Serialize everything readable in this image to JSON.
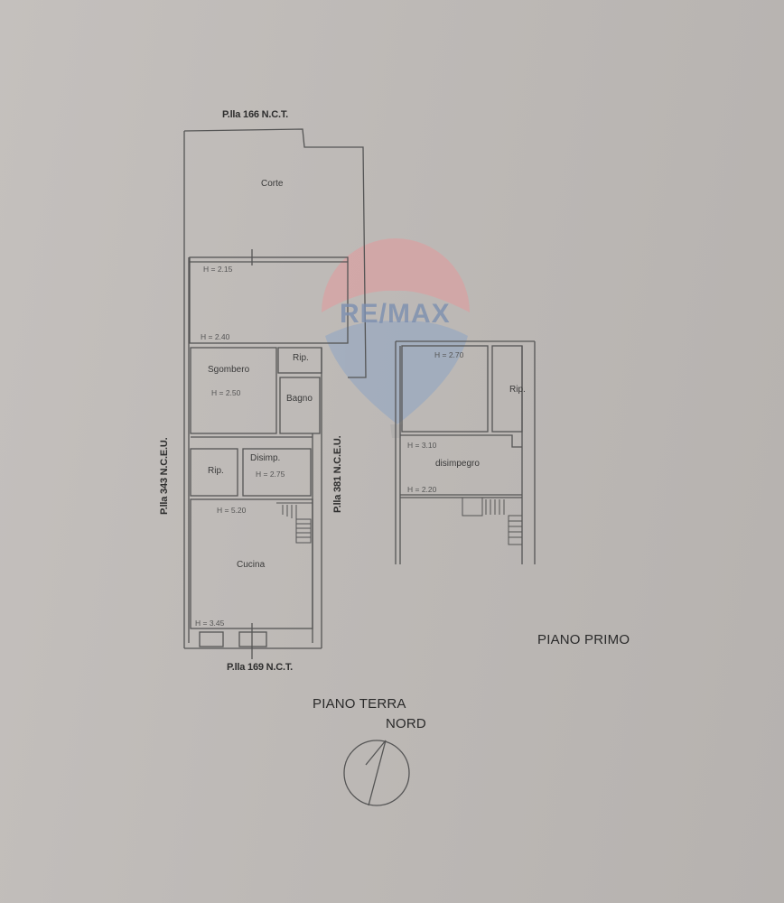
{
  "watermark": {
    "brand": "RE/MAX",
    "colors": {
      "red": "#d98a8e",
      "blue": "#8a9fb8",
      "text": "#7c8fb0"
    }
  },
  "ground_floor": {
    "title": "PIANO TERRA",
    "north_label": "NORD",
    "parcels": {
      "top": "P.lla 166 N.C.T.",
      "bottom": "P.lla 169 N.C.T.",
      "left": "P.lla 343 N.C.E.U.",
      "right": "P.lla 381 N.C.E.U."
    },
    "rooms": [
      {
        "name": "Corte"
      },
      {
        "name": "",
        "heights": [
          "H = 2.15",
          "H = 2.40"
        ]
      },
      {
        "name": "Sgombero",
        "heights": [
          "H = 2.50"
        ]
      },
      {
        "name": "Rip."
      },
      {
        "name": "Bagno"
      },
      {
        "name": "Rip."
      },
      {
        "name": "Disimp.",
        "heights": [
          "H = 2.75"
        ]
      },
      {
        "name": "Cucina",
        "heights": [
          "H = 5.20",
          "H = 3.45"
        ]
      }
    ]
  },
  "first_floor": {
    "title": "PIANO PRIMO",
    "rooms": [
      {
        "name": "",
        "heights": [
          "H = 2.70"
        ]
      },
      {
        "name": "Rip."
      },
      {
        "name": "disimpegro",
        "heights": [
          "H = 3.10",
          "H = 2.20"
        ]
      }
    ]
  }
}
